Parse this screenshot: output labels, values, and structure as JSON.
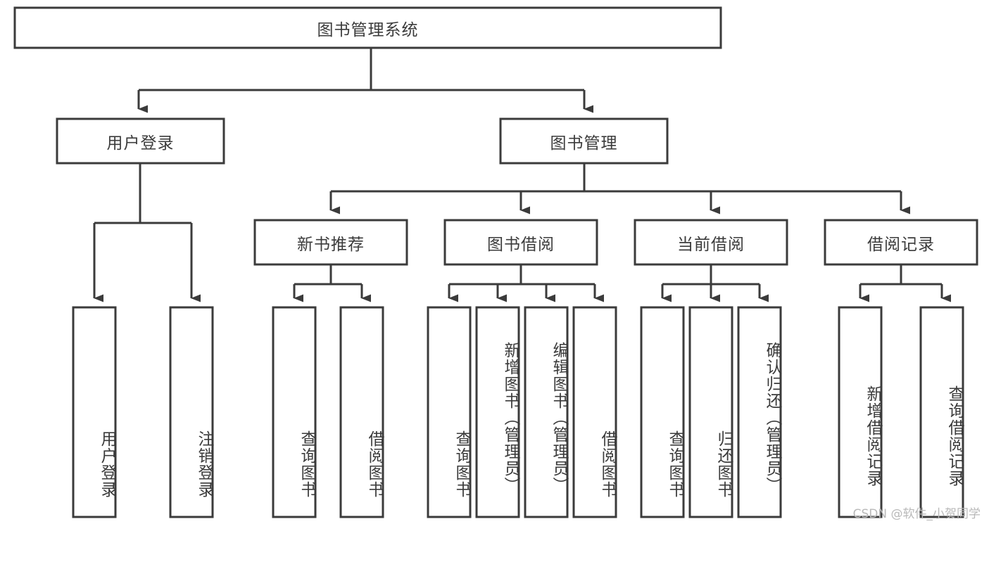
{
  "diagram": {
    "type": "tree",
    "title": "图书管理系统",
    "watermark": "CSDN @软件_小贺同学",
    "colors": {
      "box_stroke": "#3b3b3b",
      "box_fill": "#ffffff",
      "connector": "#3b3b3b",
      "text": "#3b3b3b",
      "watermark": "#b9b9b9",
      "background": "#ffffff"
    },
    "root": {
      "label": "图书管理系统"
    },
    "level2": [
      {
        "label": "用户登录"
      },
      {
        "label": "图书管理"
      }
    ],
    "level3": [
      {
        "label": "新书推荐"
      },
      {
        "label": "图书借阅"
      },
      {
        "label": "当前借阅"
      },
      {
        "label": "借阅记录"
      }
    ],
    "leaves": {
      "user_login": [
        {
          "label": "用户登录"
        },
        {
          "label": "注销登录"
        }
      ],
      "new_book_recommend": [
        {
          "label": "查询图书"
        },
        {
          "label": "借阅图书"
        }
      ],
      "book_borrow": [
        {
          "label": "查询图书"
        },
        {
          "label": "新增图书（管理员）"
        },
        {
          "label": "编辑图书（管理员）"
        },
        {
          "label": "借阅图书"
        }
      ],
      "current_borrow": [
        {
          "label": "查询图书"
        },
        {
          "label": "归还图书"
        },
        {
          "label": "确认归还（管理员）"
        }
      ],
      "borrow_record": [
        {
          "label": "新增借阅记录"
        },
        {
          "label": "查询借阅记录"
        }
      ]
    }
  }
}
